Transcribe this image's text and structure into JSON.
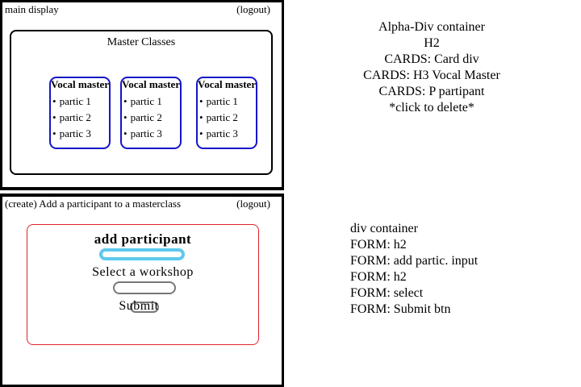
{
  "main_display": {
    "label": "main display",
    "logout": "(logout)",
    "section_title": "Master Classes",
    "cards": [
      {
        "title": "Vocal master",
        "participants": [
          "partic 1",
          "partic 2",
          "partic 3"
        ]
      },
      {
        "title": "Vocal master",
        "participants": [
          "partic 1",
          "partic 2",
          "partic 3"
        ]
      },
      {
        "title": "Vocal master",
        "participants": [
          "partic 1",
          "partic 2",
          "partic 3"
        ]
      }
    ]
  },
  "create_screen": {
    "label": "(create) Add a participant to a masterclass",
    "logout": "(logout)",
    "form_title": "add participant",
    "select_heading": "Select a workshop",
    "submit_label": "Submit"
  },
  "annotations_top": [
    "Alpha-Div container",
    "H2",
    "CARDS: Card div",
    "CARDS: H3 Vocal Master",
    "CARDS: P partipant",
    "*click to delete*"
  ],
  "annotations_bottom": [
    "div container",
    "FORM: h2",
    "FORM: add partic. input",
    "FORM: h2",
    "FORM: select",
    "FORM: Submit btn"
  ],
  "colors": {
    "card_border": "#1515c8",
    "form_border": "#e0222a",
    "input_border": "#5ec8ee",
    "control_border": "#777777"
  }
}
